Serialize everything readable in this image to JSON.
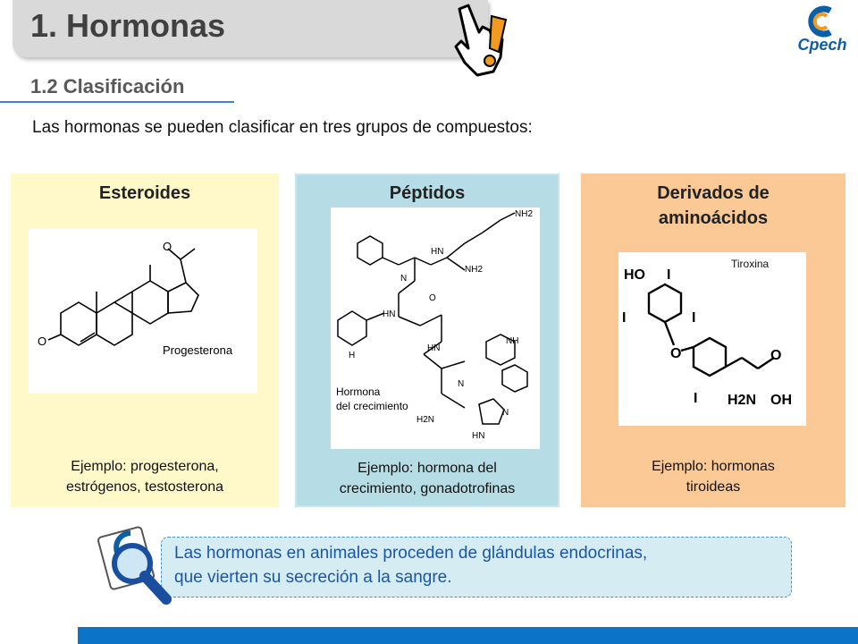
{
  "header": {
    "title": "1. Hormonas",
    "logo_text": "Cpech"
  },
  "section": {
    "subtitle": "1.2 Clasificación",
    "intro": "Las hormonas se pueden clasificar en tres grupos de compuestos:"
  },
  "panels": [
    {
      "heading": "Esteroides",
      "example_line1": "Ejemplo: progesterona,",
      "example_line2": "estrógenos, testosterona",
      "molecule_label": "Progesterona",
      "color": "#fff9c9"
    },
    {
      "heading": "Péptidos",
      "example_line1": "Ejemplo: hormona del",
      "example_line2": "crecimiento, gonadotrofinas",
      "molecule_label_line1": "Hormona",
      "molecule_label_line2": "del crecimiento",
      "color": "#b6dde5"
    },
    {
      "heading_line1": "Derivados de",
      "heading_line2": "aminoácidos",
      "example_line1": "Ejemplo: hormonas",
      "example_line2": "tiroideas",
      "molecule_label": "Tiroxina",
      "color": "#fbc995"
    }
  ],
  "note": {
    "line1": "Las hormonas en animales proceden de glándulas endocrinas,",
    "line2": "que vierten su secreción a la sangre."
  },
  "colors": {
    "accent": "#0b74c9",
    "title_bg": "#d9d9d9",
    "note_text": "#1a56a8"
  },
  "icons": [
    "hand-pointer-icon",
    "exclamation-icon",
    "cpech-logo",
    "magnifier-icon"
  ]
}
